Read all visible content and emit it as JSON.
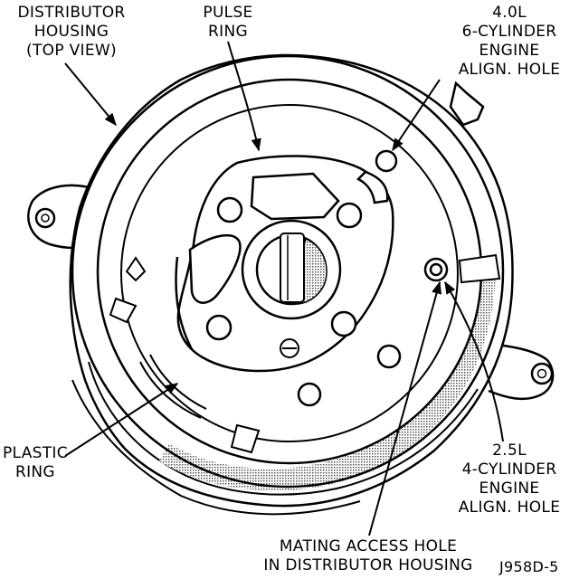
{
  "labels": {
    "housing": [
      "DISTRIBUTOR",
      "HOUSING",
      "(TOP VIEW)"
    ],
    "pulse": [
      "PULSE",
      "RING"
    ],
    "engine40": [
      "4.0L",
      "6-CYLINDER",
      "ENGINE",
      "ALIGN. HOLE"
    ],
    "plastic": [
      "PLASTIC",
      "RING"
    ],
    "engine25": [
      "2.5L",
      "4-CYLINDER",
      "ENGINE",
      "ALIGN. HOLE"
    ],
    "mating": [
      "MATING ACCESS HOLE",
      "IN DISTRIBUTOR HOUSING"
    ],
    "figure_code": "J958D-5"
  },
  "colors": {
    "ink": "#000000",
    "paper": "#ffffff",
    "shade": "#c8c8c8"
  }
}
